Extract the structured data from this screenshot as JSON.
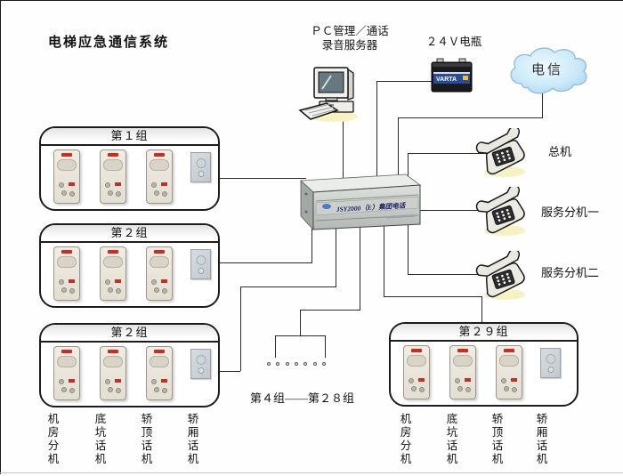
{
  "title": "电梯应急通信系统",
  "pc_server": {
    "line1": "ＰＣ管理／通话",
    "line2": "录音服务器"
  },
  "battery": {
    "label": "２４Ｖ电瓶",
    "brand": "VARTA"
  },
  "cloud": {
    "label": "电信"
  },
  "pbx": {
    "model_label": "JSY2000（E）集团电话"
  },
  "phones": [
    {
      "label": "总机"
    },
    {
      "label": "服务分机一"
    },
    {
      "label": "服务分机二"
    }
  ],
  "groups": [
    {
      "label": "第１组"
    },
    {
      "label": "第２组"
    },
    {
      "label": "第２组"
    },
    {
      "label": "第２９组"
    }
  ],
  "range_label": "第４组——第２８组",
  "device_labels": [
    "机房分机",
    "底坑话机",
    "轿顶话机",
    "轿厢话机"
  ],
  "colors": {
    "line": "#2a2a2a",
    "cloud_fill": "#bfe0f4",
    "led_red": "#cf2a1c",
    "battery_label_blue": "#2a4a9e"
  }
}
